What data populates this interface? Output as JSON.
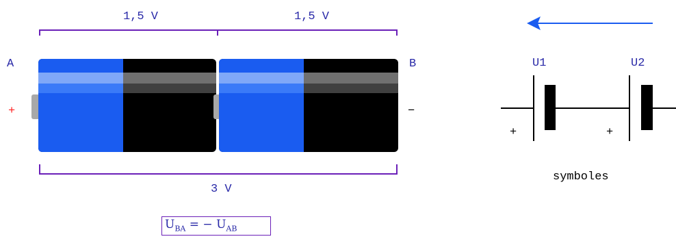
{
  "voltages": {
    "cell_1": "1,5 V",
    "cell_2": "1,5 V",
    "total": "3 V"
  },
  "terminals": {
    "a": "A",
    "b": "B",
    "plus": "+",
    "minus": "−"
  },
  "symbols": {
    "u1": "U1",
    "u2": "U2",
    "plus_1": "+",
    "plus_2": "+",
    "caption": "symboles"
  },
  "equation": {
    "u": "U",
    "sub_ba": "BA",
    "middle": " = − ",
    "sub_ab": "AB"
  },
  "colors": {
    "purple": "#6a1fb8",
    "blue_text": "#2a2aa8",
    "battery_blue": "#1a5cf0",
    "arrow_blue": "#1a5cf0",
    "red": "#ff2020"
  }
}
